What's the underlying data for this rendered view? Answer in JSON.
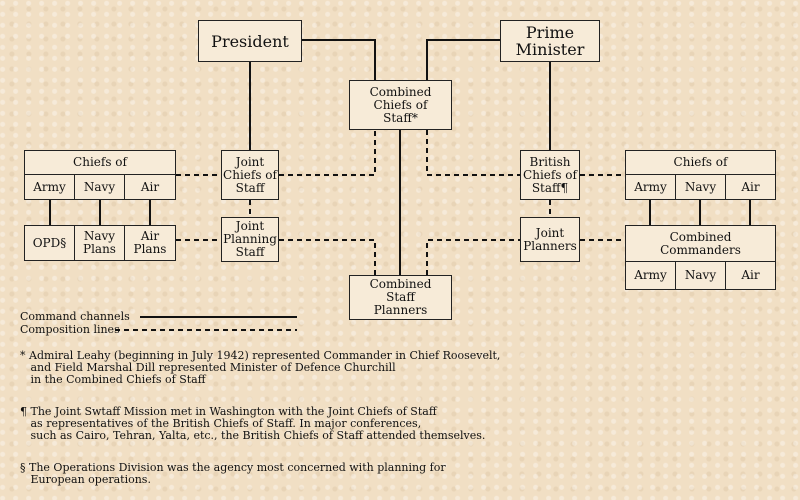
{
  "nodes": {
    "president": "President",
    "prime_minister": "Prime\nMinister",
    "combined_chiefs": "Combined\nChiefs of\nStaff*",
    "joint_chiefs": "Joint\nChiefs of\nStaff",
    "british_chiefs": "British\nChiefs of\nStaff¶",
    "joint_planning_staff": "Joint\nPlanning\nStaff",
    "joint_planners": "Joint\nPlanners",
    "combined_staff_planners": "Combined\nStaff\nPlanners"
  },
  "us_chiefs": {
    "title": "Chiefs of",
    "services": [
      "Army",
      "Navy",
      "Air"
    ],
    "plans": [
      "OPD§",
      "Navy\nPlans",
      "Air\nPlans"
    ]
  },
  "uk_chiefs": {
    "title": "Chiefs of",
    "services": [
      "Army",
      "Navy",
      "Air"
    ],
    "commanders_title": "Combined\nCommanders",
    "commanders": [
      "Army",
      "Navy",
      "Air"
    ]
  },
  "legend": {
    "command": "Command channels",
    "composition": "Composition lines"
  },
  "notes": [
    "* Admiral Leahy (beginning in July 1942) represented Commander in Chief Roosevelt,\n   and Field Marshal Dill represented Minister of Defence Churchill\n   in the Combined Chiefs of Staff",
    "¶ The Joint Swtaff Mission met in Washington with the Joint Chiefs of Staff\n   as representatives of the British Chiefs of Staff. In major conferences,\n   such as Cairo, Tehran, Yalta, etc., the British Chiefs of Staff attended themselves.",
    "§ The Operations Division was the agency most concerned with planning for\n   European operations."
  ]
}
